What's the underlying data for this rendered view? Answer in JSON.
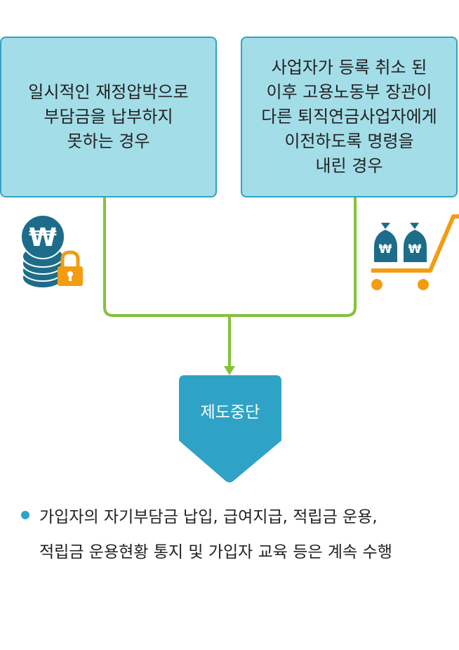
{
  "diagram": {
    "box_left": {
      "text": "일시적인 재정압박으로\n부담금을 납부하지\n못하는 경우"
    },
    "box_right": {
      "text": "사업자가 등록 취소 된\n이후 고용노동부 장관이\n다른 퇴직연금사업자에게\n이전하도록 명령을\n내린 경우"
    },
    "result": {
      "text": "제도중단"
    },
    "note": {
      "text": "가입자의 자기부담금 납입, 급여지급, 적립금 운용,\n적립금 운용현황 통지 및 가입자 교육 등은 계속 수행"
    },
    "icons": {
      "left": "coin-stack-lock-icon",
      "right": "shopping-cart-money-bags-icon",
      "coin_symbol": "₩"
    },
    "colors": {
      "box_fill": "#a3dde8",
      "box_border": "#2fa3c5",
      "connector": "#84c23a",
      "result_fill": "#2fa3c5",
      "coin": "#1d6d8a",
      "accent": "#f39c12"
    }
  }
}
